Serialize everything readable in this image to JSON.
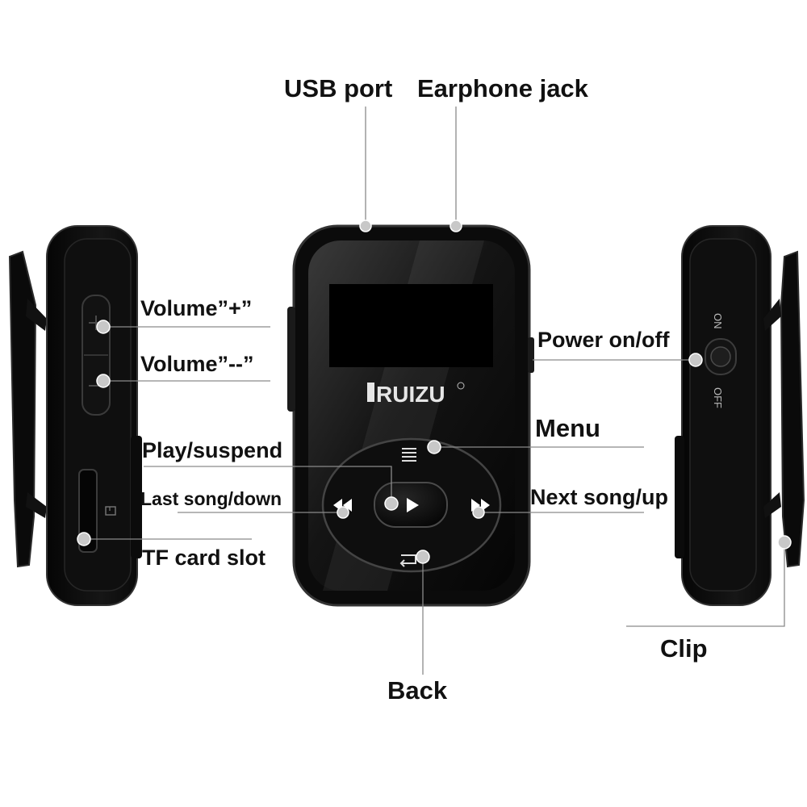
{
  "labels": {
    "usb_port": "USB port",
    "earphone_jack": "Earphone jack",
    "volume_up": "Volume”+”",
    "volume_down": "Volume”--”",
    "play_suspend": "Play/suspend",
    "last_song_down": "Last song/down",
    "tf_card_slot": "TF card slot",
    "power_on_off": "Power on/off",
    "menu": "Menu",
    "next_song_up": "Next song/up",
    "back": "Back",
    "clip": "Clip"
  },
  "device": {
    "brand_logo": "RUIZU",
    "switch_on": "ON",
    "switch_off": "OFF"
  },
  "icons": {
    "menu": "menu-lines-icon",
    "play": "play-icon",
    "prev": "rewind-icon",
    "next": "fast-forward-icon",
    "back": "return-icon",
    "tf_card": "sd-card-icon"
  },
  "colors": {
    "body": "#0d0d0d",
    "edge": "#2b2b2b",
    "screen": "#000000",
    "leader": "#8a8a8a",
    "text": "#111111"
  }
}
